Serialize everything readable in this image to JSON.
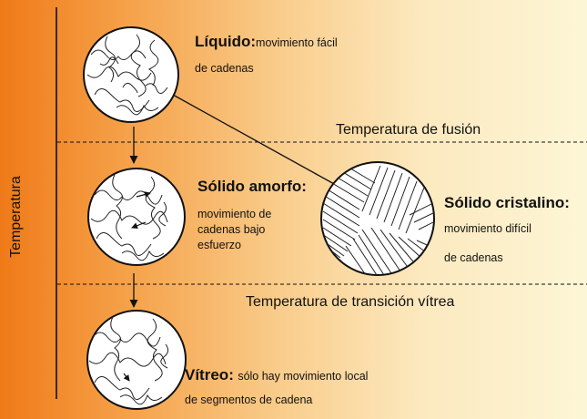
{
  "axis": {
    "label": "Temperatura"
  },
  "lines": {
    "fusion": "Temperatura de fusión",
    "glass": "Temperatura de transición vítrea"
  },
  "states": {
    "liquid": {
      "title": "Líquido",
      "sep": ":",
      "desc": "movimiento fácil",
      "desc2": "de cadenas"
    },
    "amorphous": {
      "title": "Sólido amorfo",
      "sep": ":",
      "desc": [
        "movimiento de",
        "cadenas bajo",
        "esfuerzo"
      ]
    },
    "crystalline": {
      "title": "Sólido cristalino",
      "sep": ":",
      "desc": [
        "movimiento difícil",
        "de cadenas"
      ]
    },
    "glassy": {
      "title": "Vítreo",
      "sep": ":",
      "desc": "sólo hay movimiento local",
      "desc2": "de segmentos de cadena"
    }
  },
  "colors": {
    "bg_left": "#f07a18",
    "bg_right": "#fdf6d6",
    "ink": "#111111"
  }
}
